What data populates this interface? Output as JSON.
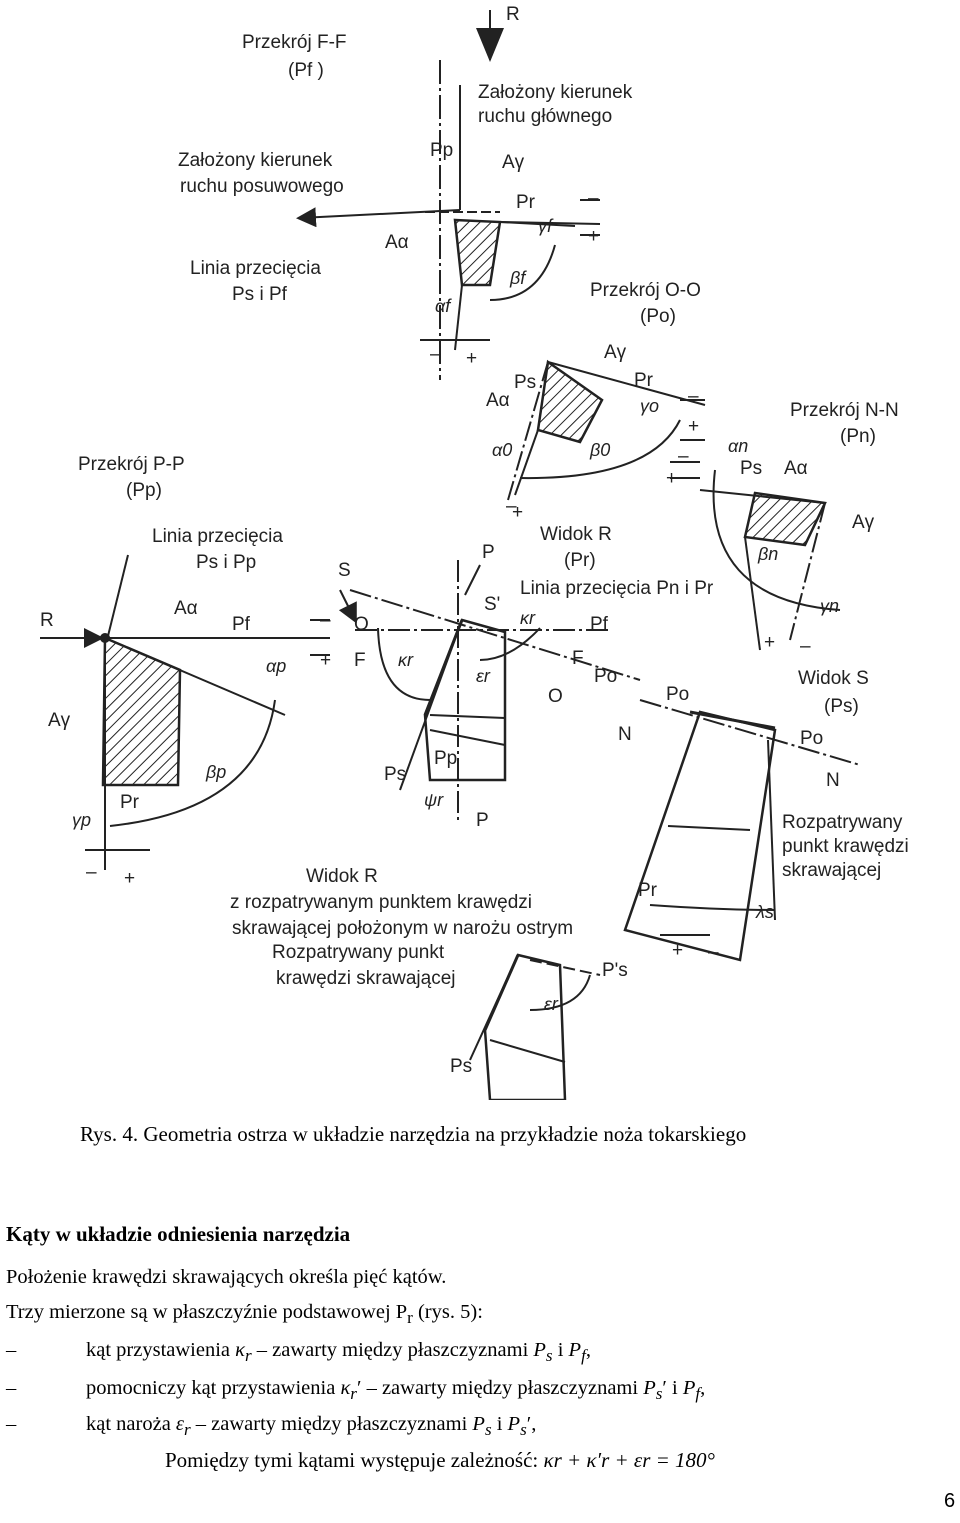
{
  "figure": {
    "labels": {
      "r_top": "R",
      "section_ff": "Przekrój F-F",
      "section_ff_sym": "(Pf )",
      "main_motion": "Założony kierunek",
      "main_motion2": "ruchu głównego",
      "feed_motion": "Założony kierunek",
      "feed_motion2": "ruchu posuwowego",
      "pp": "Pp",
      "ag1": "Aγ",
      "pr1": "Pr",
      "gf": "γf",
      "aa1": "Aα",
      "bf": "βf",
      "af": "αf",
      "cut_line1": "Linia przecięcia",
      "cut_line1b": "Ps i Pf",
      "section_oo": "Przekrój O-O",
      "section_oo_sym": "(Po)",
      "ag2": "Aγ",
      "ps2": "Ps",
      "pr2": "Pr",
      "aa2": "Aα",
      "go": "γo",
      "ao": "α0",
      "bo": "β0",
      "section_nn": "Przekrój N-N",
      "section_nn_sym": "(Pn)",
      "an": "αn",
      "ps3": "Ps",
      "aa3": "Aα",
      "ag3": "Aγ",
      "bn": "βn",
      "gn": "γn",
      "section_pp": "Przekrój P-P",
      "section_pp_sym": "(Pp)",
      "cut_line2": "Linia przecięcia",
      "cut_line2b": "Ps i Pp",
      "r_left": "R",
      "aa4": "Aα",
      "pf4": "Pf",
      "ap": "αp",
      "ag4": "Aγ",
      "bp": "βp",
      "pr4": "Pr",
      "gp": "γp",
      "view_r": "Widok R",
      "view_r_sym": "(Pr)",
      "cut_line3": "Linia przecięcia Pn i Pr",
      "s": "S",
      "p_top": "P",
      "s_prime": "S'",
      "kr1": "κr",
      "o_left": "O",
      "f_left": "F",
      "pf5": "Pf",
      "f_right": "F",
      "po": "Po",
      "o_right": "O",
      "kr2": "κr",
      "er": "εr",
      "pp5": "Pp",
      "ps5": "Ps",
      "psir": "ψr",
      "p_bottom": "P",
      "view_s": "Widok S",
      "view_s_sym": "(Ps)",
      "po6": "Po",
      "n_left": "N",
      "po7": "Po",
      "n_right": "N",
      "considered": "Rozpatrywany",
      "considered2": "punkt krawędzi",
      "considered3": "skrawającej",
      "pr6": "Pr",
      "ls": "λs",
      "view_r2": "Widok R",
      "view_r2_l2": "z rozpatrywanym punktem krawędzi",
      "view_r2_l3": "skrawającej położonym w narożu ostrym",
      "considered_b": "Rozpatrywany punkt",
      "considered_b2": "krawędzi skrawającej",
      "ps_prime": "P's",
      "er2": "εr",
      "ps7": "Ps",
      "plus": "+",
      "minus": "–"
    }
  },
  "caption": "Rys. 4. Geometria ostrza w układzie narzędzia na przykładzie noża tokarskiego",
  "heading": "Kąty w układzie odniesienia narzędzia",
  "para1": "Położenie krawędzi skrawających określa pięć kątów.",
  "para2a": "Trzy mierzone są w płaszczyźnie podstawowej P",
  "para2sub": "r",
  "para2b": " (rys. 5):",
  "bullets": {
    "b1_text1": "kąt przystawienia ",
    "b1_sym": "κ",
    "b1_sub": "r",
    "b1_text2": " – zawarty między płaszczyznami ",
    "b1_p1": "P",
    "b1_p1sub": "s",
    "b1_and": " i ",
    "b1_p2": "P",
    "b1_p2sub": "f",
    "b1_end": ",",
    "b2_text1": "pomocniczy kąt przystawienia ",
    "b2_sym": "κ",
    "b2_sub": "r",
    "b2_prime": "′",
    "b2_text2": " – zawarty między płaszczyznami ",
    "b2_p1": "P",
    "b2_p1sub": "s",
    "b2_p1prime": "′",
    "b2_and": " i ",
    "b2_p2": "P",
    "b2_p2sub": "f",
    "b2_end": ",",
    "b3_text1": "kąt naroża ",
    "b3_sym": "ε",
    "b3_sub": "r",
    "b3_text2": " – zawarty między płaszczyznami ",
    "b3_p1": "P",
    "b3_p1sub": "s",
    "b3_and": " i ",
    "b3_p2": "P",
    "b3_p2sub": "s",
    "b3_p2prime": "′",
    "b3_end": ","
  },
  "formula_text": "Pomiędzy tymi kątami występuje zależność: ",
  "formula_math": "κr + κ′r + εr = 180°",
  "page_number": "6"
}
